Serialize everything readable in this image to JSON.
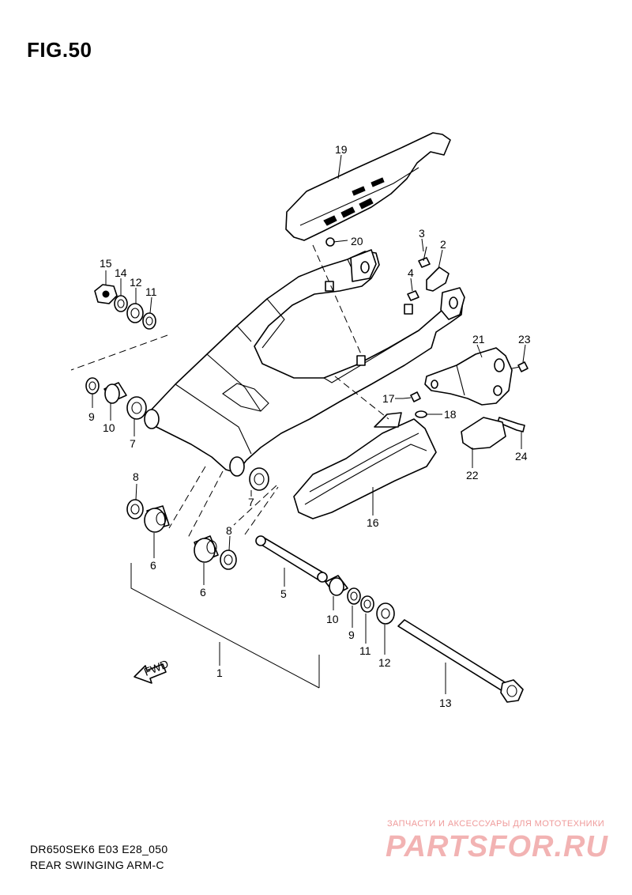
{
  "figure": {
    "title": "FIG.50",
    "model_code": "DR650SEK6 E03 E28_050",
    "caption": "REAR SWINGING ARM-C"
  },
  "fwd_label": "FWD",
  "watermark": {
    "tagline": "ЗАПЧАСТИ И АКСЕССУАРЫ ДЛЯ МОТОТЕХНИКИ",
    "brand": "PARTSFOR.RU",
    "color": "#f2b3b3"
  },
  "callouts": {
    "c1": "1",
    "c2": "2",
    "c3": "3",
    "c4": "4",
    "c5": "5",
    "c6a": "6",
    "c6b": "6",
    "c7a": "7",
    "c7b": "7",
    "c8a": "8",
    "c8b": "8",
    "c9a": "9",
    "c9b": "9",
    "c10a": "10",
    "c10b": "10",
    "c11a": "11",
    "c11b": "11",
    "c12a": "12",
    "c12b": "12",
    "c13": "13",
    "c14": "14",
    "c15": "15",
    "c16": "16",
    "c17": "17",
    "c18": "18",
    "c19": "19",
    "c20": "20",
    "c21": "21",
    "c22": "22",
    "c23": "23",
    "c24": "24"
  }
}
